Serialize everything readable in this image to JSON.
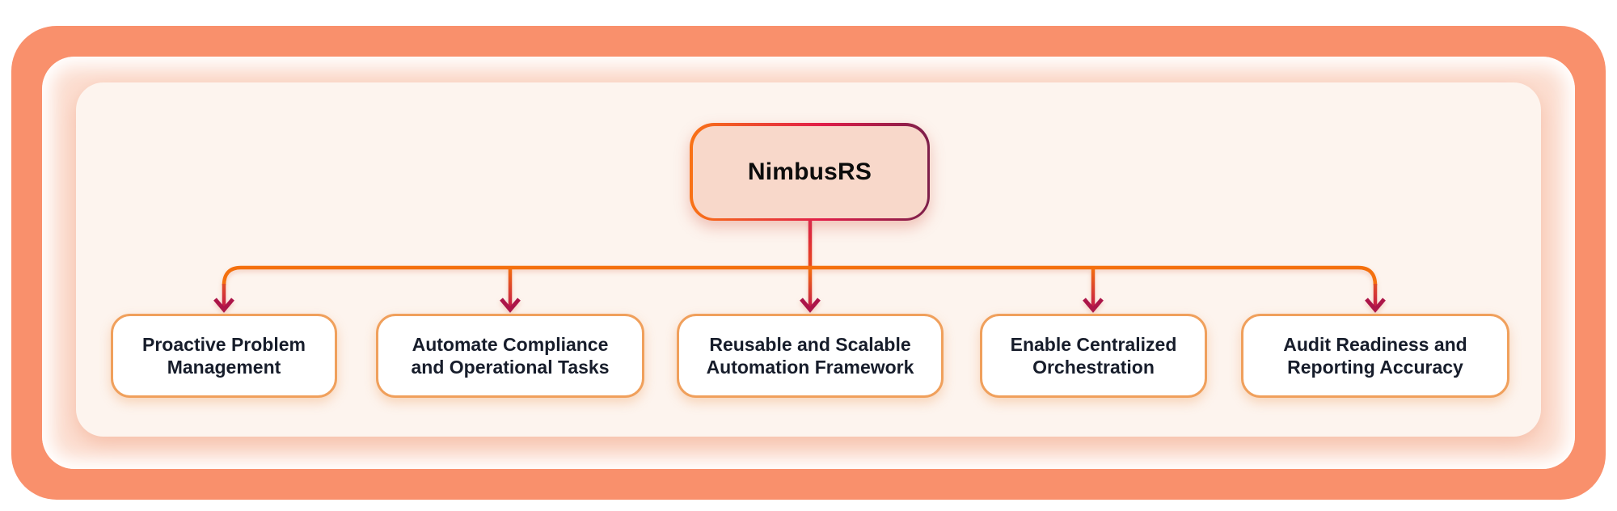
{
  "diagram": {
    "root": {
      "label": "NimbusRS"
    },
    "children": [
      {
        "label": "Proactive Problem\nManagement"
      },
      {
        "label": "Automate Compliance\nand Operational Tasks"
      },
      {
        "label": "Reusable and Scalable\nAutomation Framework"
      },
      {
        "label": "Enable Centralized\nOrchestration"
      },
      {
        "label": "Audit Readiness and\nReporting Accuracy"
      }
    ],
    "colors": {
      "frame": "#f9906c",
      "glow": "#fcdfd2",
      "panel": "#fdf4ee",
      "root_fill": "#f8d8ca",
      "root_border_start": "#f97316",
      "root_border_mid": "#e11d48",
      "root_border_end": "#7d1f4a",
      "child_fill": "#ffffff",
      "child_border": "#f0a05c",
      "text": "#171d2b",
      "edge_orange": "#f4700e",
      "edge_crimson": "#c2164d",
      "arrow": "#ac1549"
    }
  }
}
